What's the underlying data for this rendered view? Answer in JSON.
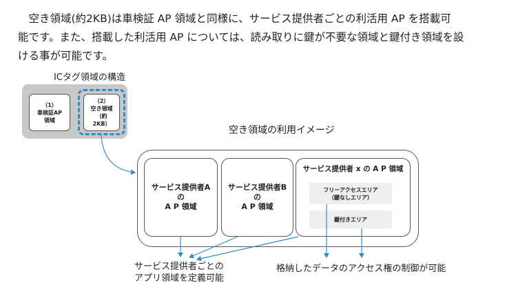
{
  "paragraph": {
    "lines": [
      "　空き領域(約2KB)は車検証 AP 領域と同様に、サービス提供者ごとの利活用 AP を搭載可",
      "能です。また、搭載した利活用 AP については、読み取りに鍵が不要な領域と鍵付き領域を設",
      "ける事が可能です。"
    ]
  },
  "ic_tag": {
    "title": "ICタグ領域の構造",
    "box1": {
      "line1": "（1）",
      "line2": "車検証AP",
      "line3": "領域"
    },
    "box2": {
      "line1": "（2）",
      "line2": "空き領域",
      "line3": "（約",
      "line4": "2KB）"
    }
  },
  "usage": {
    "title": "空き領域の利用イメージ",
    "cardA": {
      "line1": "サービス提供者A",
      "line2": "の",
      "line3": "A P 領域"
    },
    "cardB": {
      "line1": "サービス提供者B",
      "line2": "の",
      "line3": "A P 領域"
    },
    "cardX": {
      "title": "サービス提供者 x の A P 領域",
      "sub1": {
        "line1": "フリーアクセスエリア",
        "line2": "（鍵なしエリア）"
      },
      "sub2": {
        "label": "鍵付きエリア"
      }
    }
  },
  "captions": {
    "left": {
      "line1": "サービス提供者ごとの",
      "line2": "アプリ領域を定義可能"
    },
    "right": "格納したデータのアクセス権の制御が可能"
  },
  "colors": {
    "arrow": "#2e8ec9",
    "dash": "#2e8ec9",
    "panel": "#c9c9c9"
  }
}
